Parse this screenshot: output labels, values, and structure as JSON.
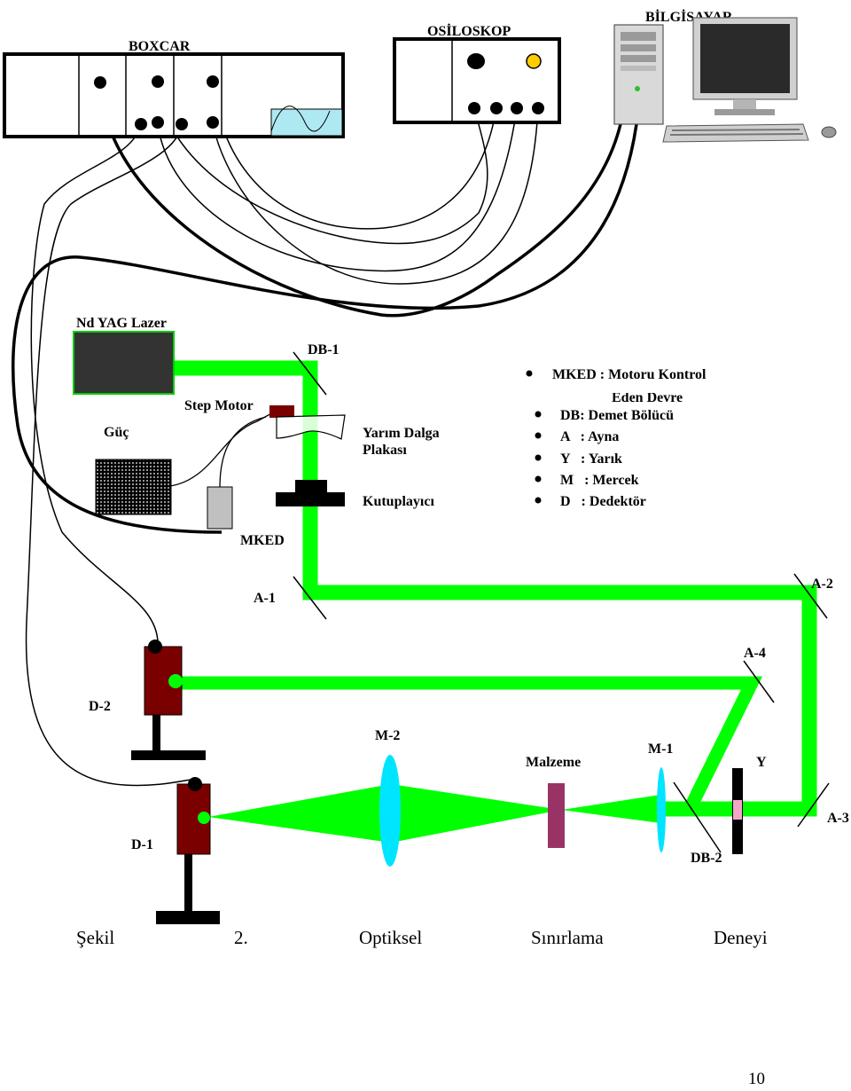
{
  "instruments": {
    "boxcar": "BOXCAR",
    "osiloskop": "OSİLOSKOP",
    "bilgisayar": "BİLGİSAYAR"
  },
  "components": {
    "laser": "Nd YAG Lazer",
    "db1": "DB-1",
    "step_motor": "Step Motor",
    "guc": "Güç",
    "half_wave_line1": "Yarım Dalga",
    "half_wave_line2": "Plakası",
    "polarizer": "Kutuplayıcı",
    "mked": "MKED",
    "a1": "A-1",
    "a2": "A-2",
    "a3": "A-3",
    "a4": "A-4",
    "d1": "D-1",
    "d2": "D-2",
    "m1": "M-1",
    "m2": "M-2",
    "malzeme": "Malzeme",
    "y": "Y",
    "db2": "DB-2"
  },
  "legend": {
    "items": [
      "MKED : Motoru Kontrol",
      "DB: Demet Bölücü",
      "A   : Ayna",
      "Y   : Yarık",
      "M   : Mercek",
      "D   : Dedektör"
    ],
    "mked_continuation": "Eden Devre"
  },
  "caption": {
    "sekil": "Şekil",
    "num": "2.",
    "w1": "Optiksel",
    "w2": "Sınırlama",
    "w3": "Deneyi"
  },
  "page_number": "10",
  "colors": {
    "beam": "#00ff00",
    "laser_body": "#333333",
    "detector": "#7a0000",
    "lens": "#00e5ff",
    "sample": "#993366",
    "slit_gap": "#f4a6c8",
    "boxcar_screen": "#aee9f2",
    "osc_knob": "#ffcc00"
  }
}
